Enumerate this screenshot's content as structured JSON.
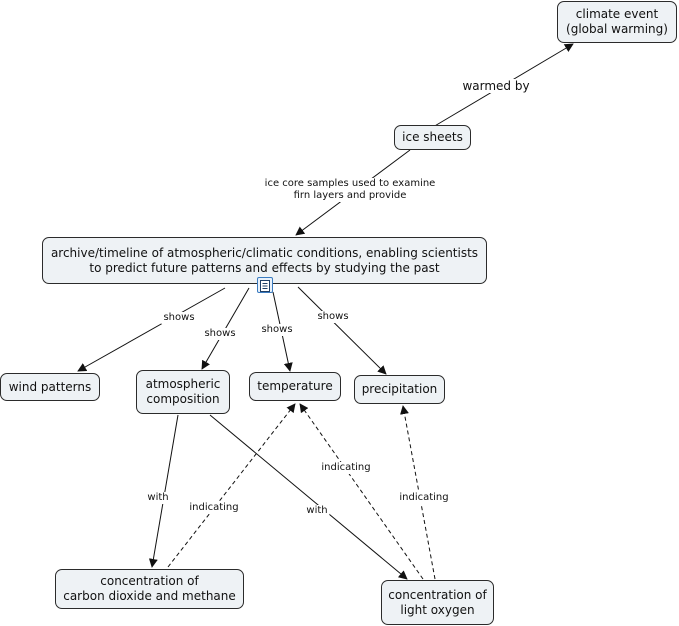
{
  "nodes": {
    "climate_event": "climate event\n(global warming)",
    "ice_sheets": "ice sheets",
    "archive": "archive/timeline of atmospheric/climatic conditions, enabling scientists\nto predict future patterns and effects by studying the past",
    "wind_patterns": "wind patterns",
    "atmospheric_composition": "atmospheric\ncomposition",
    "temperature": "temperature",
    "precipitation": "precipitation",
    "co2_methane": "concentration of\ncarbon dioxide and methane",
    "light_oxygen": "concentration of\nlight oxygen"
  },
  "links": {
    "warmed_by": "warmed by",
    "ice_core": "ice core samples used to examine\nfirn layers and provide",
    "shows_wind": "shows",
    "shows_atmo": "shows",
    "shows_temp": "shows",
    "shows_precip": "shows",
    "with_co2": "with",
    "with_oxygen": "with",
    "indicating_co2": "indicating",
    "indicating_oxygen_temp": "indicating",
    "indicating_oxygen_precip": "indicating"
  },
  "attachments": {
    "archive_icon": "document-icon"
  }
}
